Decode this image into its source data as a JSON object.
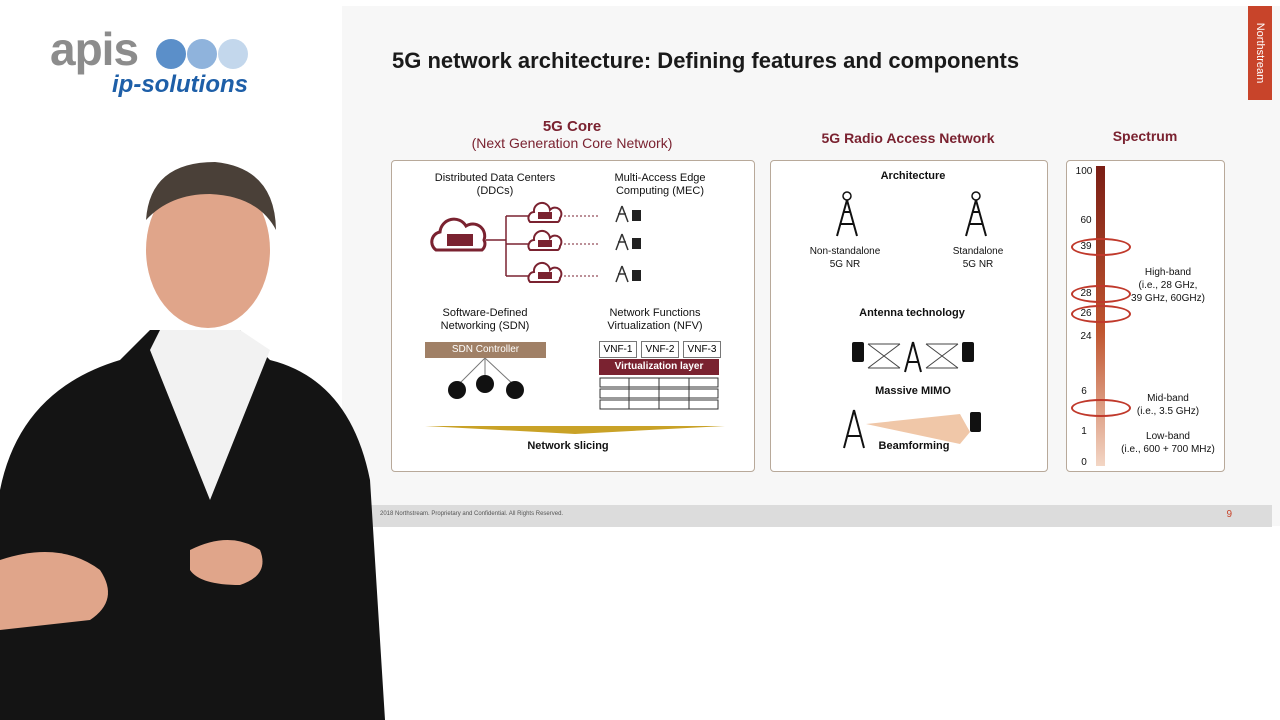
{
  "logo": {
    "word1": "apis",
    "word2": "ip-solutions"
  },
  "slide": {
    "title": "5G network architecture: Defining features and components",
    "brand": "Northstream",
    "core": {
      "heading": "5G Core",
      "subheading": "(Next Generation Core Network)",
      "ddc_label": "Distributed Data Centers\n(DDCs)",
      "mec_label": "Multi-Access Edge\nComputing (MEC)",
      "sdn_label": "Software-Defined\nNetworking (SDN)",
      "nfv_label": "Network Functions\nVirtualization (NFV)",
      "sdn_controller": "SDN Controller",
      "vnf": [
        "VNF-1",
        "VNF-2",
        "VNF-3"
      ],
      "virtualization_layer": "Virtualization layer",
      "slicing": "Network slicing"
    },
    "ran": {
      "heading": "5G Radio Access Network",
      "architecture": "Architecture",
      "nsa": "Non-standalone\n5G NR",
      "sa": "Standalone\n5G NR",
      "antenna": "Antenna technology",
      "mimo": "Massive MIMO",
      "beamforming": "Beamforming"
    },
    "spectrum": {
      "heading": "Spectrum",
      "ticks": [
        "100",
        "60",
        "39",
        "28",
        "26",
        "24",
        "6",
        "1",
        "0"
      ],
      "high_band": "High-band\n(i.e., 28 GHz,\n39 GHz, 60GHz)",
      "mid_band": "Mid-band\n(i.e., 3.5 GHz)",
      "low_band": "Low-band\n(i.e., 600 + 700 MHz)"
    },
    "footer": "2018 Northstream. Proprietary and Confidential. All Rights Reserved.",
    "page_number": "9"
  },
  "colors": {
    "accent": "#7a2230",
    "brand": "#c8442a",
    "ring": "#c0392b",
    "gold": "#c9a227"
  }
}
